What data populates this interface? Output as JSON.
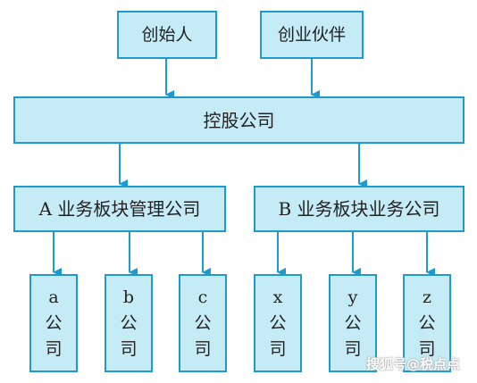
{
  "diagram": {
    "founder": "创始人",
    "partner": "创业伙伴",
    "holding": "控股公司",
    "sub_a": "A 业务板块管理公司",
    "sub_b": "B 业务板块业务公司",
    "leaves": [
      {
        "letter": "a",
        "line1": "公",
        "line2": "司"
      },
      {
        "letter": "b",
        "line1": "公",
        "line2": "司"
      },
      {
        "letter": "c",
        "line1": "公",
        "line2": "司"
      },
      {
        "letter": "x",
        "line1": "公",
        "line2": "司"
      },
      {
        "letter": "y",
        "line1": "公",
        "line2": "司"
      },
      {
        "letter": "z",
        "line1": "公",
        "line2": "司"
      }
    ]
  },
  "watermark": "搜狐号@税点点",
  "colors": {
    "box_fill": "#c5ebf6",
    "box_border": "#1e9ad1",
    "arrow": "#1e9ad1"
  }
}
